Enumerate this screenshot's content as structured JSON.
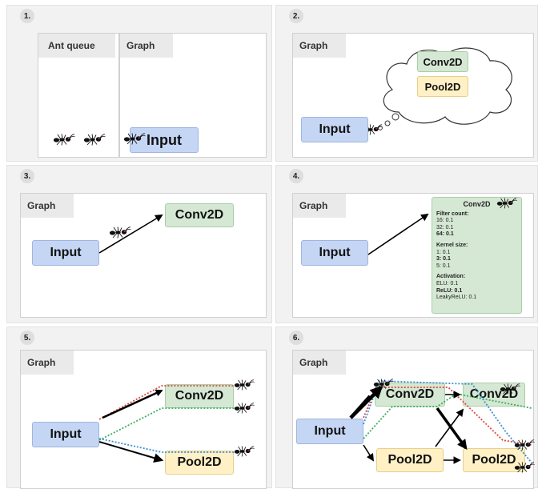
{
  "panels": [
    {
      "number": "1."
    },
    {
      "number": "2."
    },
    {
      "number": "3."
    },
    {
      "number": "4."
    },
    {
      "number": "5."
    },
    {
      "number": "6."
    }
  ],
  "labels": {
    "ant_queue": "Ant queue",
    "graph": "Graph",
    "input": "Input",
    "conv2d": "Conv2D",
    "pool2d": "Pool2D"
  },
  "conv_panel": {
    "title": "Conv2D",
    "filter_heading": "Filter count:",
    "filter_options": [
      "16: 0.1",
      "32: 0.1",
      "64: 0.1"
    ],
    "kernel_heading": "Kernel size:",
    "kernel_options": [
      "1: 0.1",
      "3: 0.1",
      "5: 0.1"
    ],
    "activation_heading": "Activation:",
    "activation_options": [
      "ELU: 0.1",
      "ReLU: 0.1",
      "LeakyReLU: 0.1"
    ]
  },
  "colors": {
    "input": "#c5d6f5",
    "conv2d": "#d5e8d4",
    "pool2d": "#fff0c6",
    "trail_red": "#e0453a",
    "trail_green": "#3cae5a",
    "trail_blue": "#3b8fd6"
  },
  "icons": [
    "ant-icon",
    "thought-cloud"
  ]
}
